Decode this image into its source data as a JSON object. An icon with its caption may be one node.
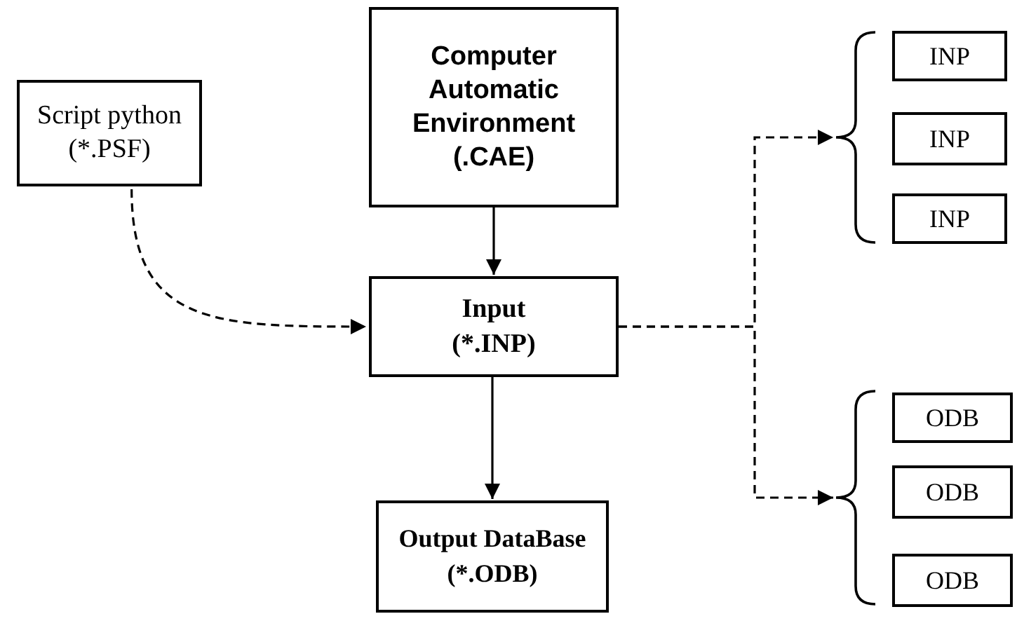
{
  "diagram": {
    "nodes": [
      {
        "text": [
          "Script python (*.PSF)"
        ]
      },
      {
        "text": [
          "Computer Automatic Environment (.CAE)"
        ]
      },
      {
        "text": [
          "Input (*.INP)"
        ]
      },
      {
        "text": [
          "Output DataBase (*.ODB)"
        ]
      },
      {
        "text": [],
        "shape": "brace"
      },
      {
        "text": [
          "INP"
        ]
      },
      {
        "text": [
          "INP"
        ]
      },
      {
        "text": [
          "INP"
        ]
      },
      {
        "text": [],
        "shape": "brace"
      },
      {
        "text": [
          "ODB"
        ]
      },
      {
        "text": [
          "ODB"
        ]
      },
      {
        "text": [
          "ODB"
        ]
      }
    ],
    "edges": [
      {
        "from": 0,
        "to": 2,
        "arrow": "to",
        "style": "dashed"
      },
      {
        "from": 1,
        "to": 2,
        "arrow": "to"
      },
      {
        "from": 2,
        "to": 3,
        "arrow": "to"
      },
      {
        "from": 2,
        "to": 4,
        "arrow": "to",
        "style": "dashed"
      },
      {
        "from": 2,
        "to": 8,
        "arrow": "to",
        "style": "dashed"
      }
    ]
  }
}
